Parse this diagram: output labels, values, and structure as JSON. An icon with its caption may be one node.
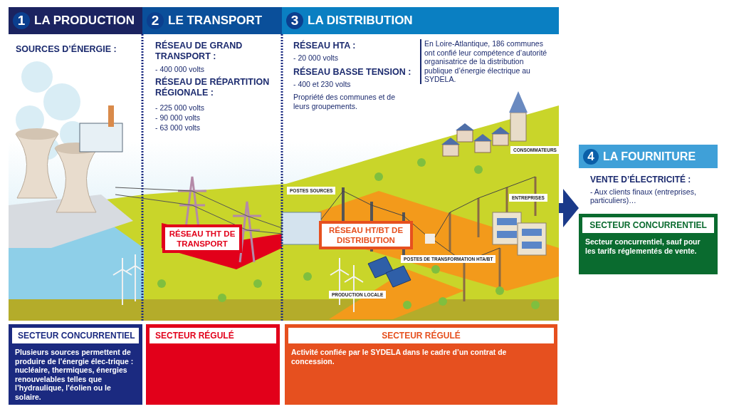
{
  "diagram": {
    "nodes": [
      {
        "text": [
          "1",
          "LA PRODUCTION"
        ]
      },
      {
        "text": [
          "2",
          "LE TRANSPORT"
        ]
      },
      {
        "text": [
          "3",
          "LA DISTRIBUTION"
        ]
      },
      {
        "text": [],
        "shape": "picture"
      },
      {
        "text": [
          "RÉSEAU THT DE TRANSPORT"
        ],
        "in": 3
      },
      {
        "text": [
          "RÉSEAU HT/BT DE DISTRIBUTION"
        ],
        "in": 3
      },
      {
        "text": [
          "4",
          "LA FOURNITURE",
          "VENTE D’ÉLECTRICITÉ :",
          "- Aux clients finaux (entreprises, particuliers)…"
        ]
      },
      {
        "text": [
          "SECTEUR CONCURRENTIEL",
          "Secteur concurrentiel, sauf pour les tarifs réglementés de vente."
        ],
        "in": 6
      },
      {
        "text": [
          "SECTEUR CONCURRENTIEL",
          "Plusieurs sources permettent de produire de l’énergie élec-trique : nucléaire, thermiques, énergies renouvelables telles que l’hydraulique, l’éolien ou le solaire."
        ]
      },
      {
        "text": [
          "SECTEUR RÉGULÉ"
        ]
      },
      {
        "text": [
          "SECTEUR RÉGULÉ",
          "Activité confiée par le SYDELA dans le cadre d’un contrat de concession."
        ]
      }
    ],
    "edges": [
      {
        "from": 3,
        "to": 6,
        "arrow": "to"
      }
    ],
    "labels": [
      "SOURCES D’ÉNERGIE :",
      "RÉSEAU DE GRAND TRANSPORT :",
      "- 400 000 volts",
      "RÉSEAU DE RÉPARTITION RÉGIONALE :",
      "- 225 000 volts",
      "- 90 000 volts",
      "- 63 000 volts",
      "RÉSEAU HTA :",
      "- 20 000 volts",
      "RÉSEAU BASSE TENSION :",
      "- 400 et 230 volts",
      "Propriété des communes et de leurs groupements.",
      "En Loire-Atlantique, 186 communes ont confié leur compétence d’autorité organisatrice de la distribution publique d’énergie électrique au SYDELA.",
      "CONSOMMATEURS",
      "POSTES SOURCES",
      "ENTREPRISES",
      "POSTES DE TRANSFORMATION HTA/BT",
      "PRODUCTION LOCALE"
    ]
  }
}
